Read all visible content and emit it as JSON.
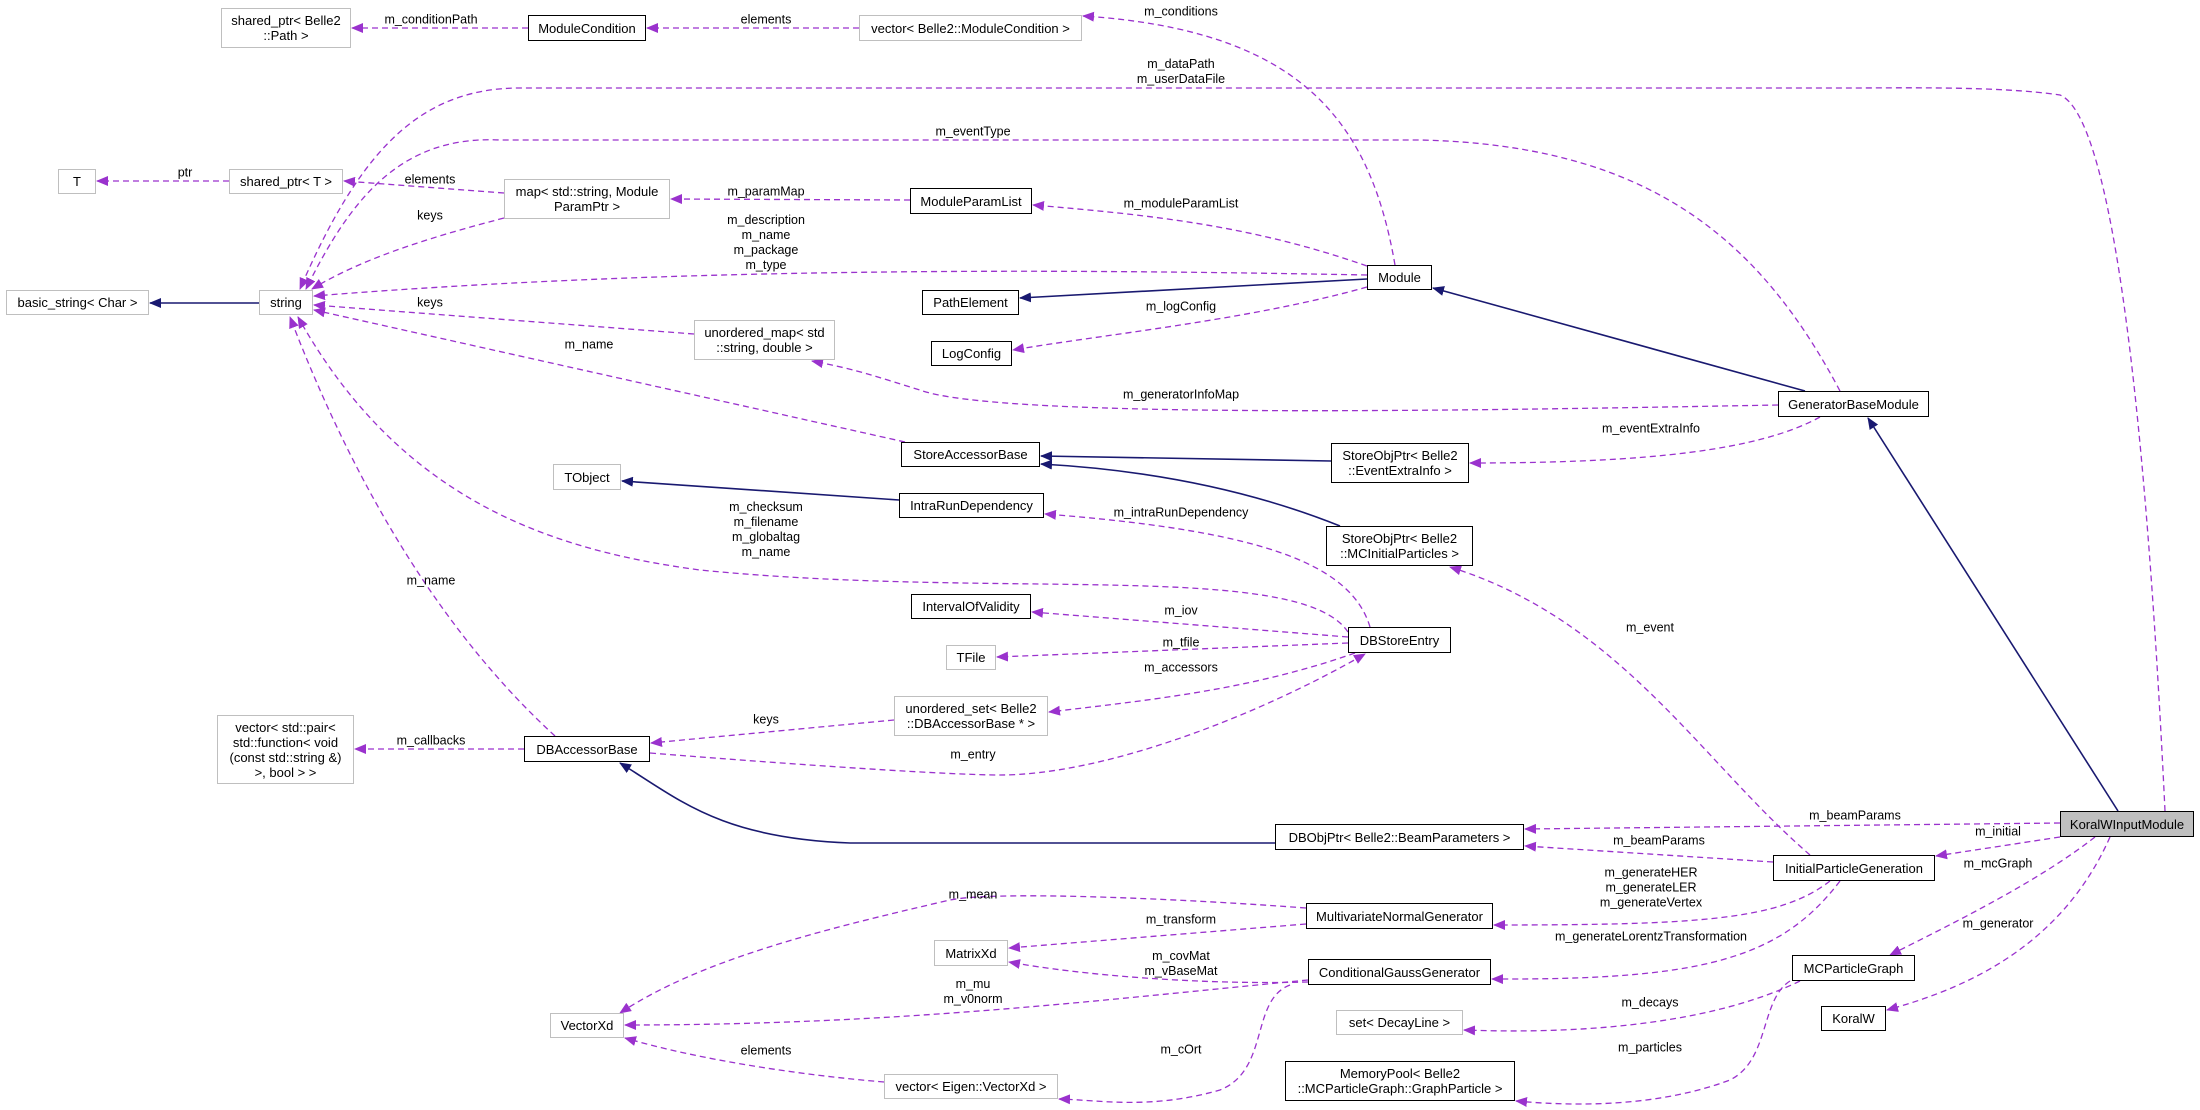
{
  "colors": {
    "relation": "#9a32cd",
    "inheritance": "#191970",
    "focus_fill": "#bfbfbf"
  },
  "nodes": {
    "shared_ptr_path": "shared_ptr< Belle2\n::Path >",
    "module_condition": "ModuleCondition",
    "vector_module_condition": "vector< Belle2::ModuleCondition >",
    "t": "T",
    "shared_ptr_t": "shared_ptr< T >",
    "map_param": "map< std::string, Module\nParamPtr >",
    "module_param_list": "ModuleParamList",
    "basic_string": "basic_string< Char >",
    "string": "string",
    "path_element": "PathElement",
    "unordered_map": "unordered_map< std\n::string, double >",
    "log_config": "LogConfig",
    "module": "Module",
    "generator_base_module": "GeneratorBaseModule",
    "store_accessor_base": "StoreAccessorBase",
    "tobject": "TObject",
    "intra_run_dependency": "IntraRunDependency",
    "storeobjptr_eventextrainfo": "StoreObjPtr< Belle2\n::EventExtraInfo >",
    "storeobjptr_mcinitial": "StoreObjPtr< Belle2\n::MCInitialParticles >",
    "interval_of_validity": "IntervalOfValidity",
    "tfile": "TFile",
    "db_store_entry": "DBStoreEntry",
    "unordered_set": "unordered_set< Belle2\n::DBAccessorBase * >",
    "db_accessor_base": "DBAccessorBase",
    "vector_pair": "vector< std::pair<\n std::function< void\n(const std::string &)\n>, bool > >",
    "dbobjptr_beam": "DBObjPtr< Belle2::BeamParameters >",
    "koralw_input_module": "KoralWInputModule",
    "initial_particle_generation": "InitialParticleGeneration",
    "multivariate_normal_generator": "MultivariateNormalGenerator",
    "conditional_gauss_generator": "ConditionalGaussGenerator",
    "matrixxd": "MatrixXd",
    "vectorxd": "VectorXd",
    "vector_eigen": "vector< Eigen::VectorXd >",
    "mc_particle_graph": "MCParticleGraph",
    "set_decayline": "set< DecayLine >",
    "koralw": "KoralW",
    "memory_pool": "MemoryPool< Belle2\n::MCParticleGraph::GraphParticle >"
  },
  "edge_labels": {
    "m_conditionPath": "m_conditionPath",
    "elements_top": "elements",
    "m_conditions": "m_conditions",
    "m_dataPath": "m_dataPath\nm_userDataFile",
    "m_eventType": "m_eventType",
    "ptr": "ptr",
    "elements_map": "elements",
    "keys_map": "keys",
    "m_paramMap": "m_paramMap",
    "m_moduleParamList": "m_moduleParamList",
    "m_description": "m_description\nm_name\nm_package\nm_type",
    "keys_umap": "keys",
    "m_logConfig": "m_logConfig",
    "m_name_store": "m_name",
    "m_generatorInfoMap": "m_generatorInfoMap",
    "m_eventExtraInfo": "m_eventExtraInfo",
    "m_checksum": "m_checksum\nm_filename\nm_globaltag\nm_name",
    "m_intraRunDependency": "m_intraRunDependency",
    "m_name_db": "m_name",
    "m_iov": "m_iov",
    "m_tfile": "m_tfile",
    "m_accessors": "m_accessors",
    "m_event": "m_event",
    "keys_uset": "keys",
    "m_callbacks": "m_callbacks",
    "m_entry": "m_entry",
    "m_beamParams_top": "m_beamParams",
    "m_initial": "m_initial",
    "m_beamParams": "m_beamParams",
    "m_mcGraph": "m_mcGraph",
    "m_generateHER": "m_generateHER\nm_generateLER\nm_generateVertex",
    "m_mean": "m_mean",
    "m_transform": "m_transform",
    "m_generateLorentzTransformation": "m_generateLorentzTransformation",
    "m_generator": "m_generator",
    "m_covMat": "m_covMat\nm_vBaseMat",
    "m_mu": "m_mu\nm_v0norm",
    "m_decays": "m_decays",
    "m_cOrt": "m_cOrt",
    "m_particles": "m_particles",
    "elements_eigen": "elements"
  }
}
